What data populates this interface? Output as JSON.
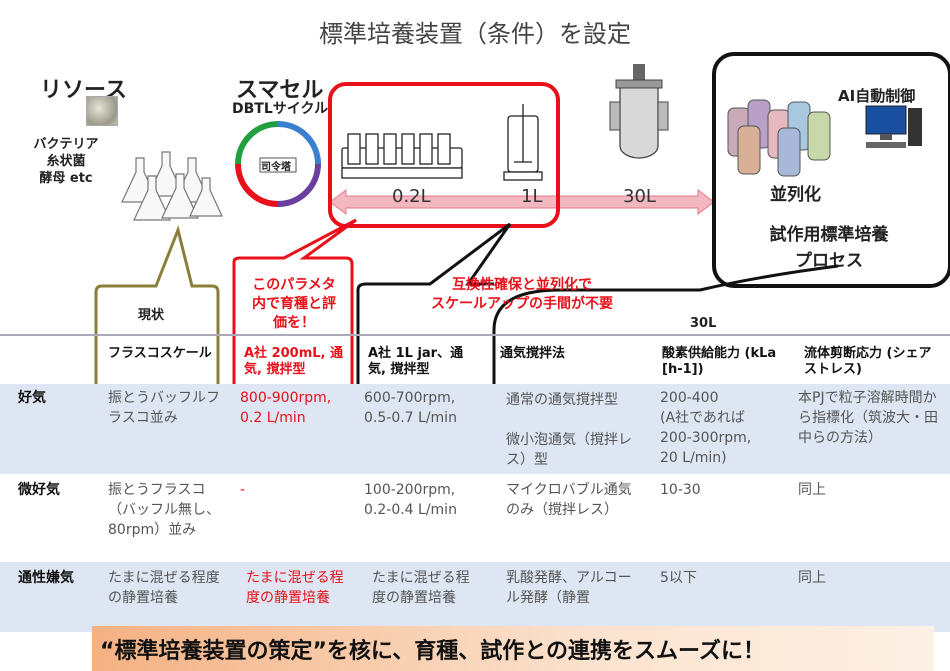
{
  "title": "標準培養装置（条件）を設定",
  "resource": {
    "title": "リソース",
    "lines": [
      "バクテリア",
      "糸状菌",
      "酵母 etc"
    ]
  },
  "smacell": {
    "title": "スマセル",
    "subtitle": "DBTLサイクル",
    "center": "司令塔"
  },
  "scale_labels": [
    "0.2L",
    "1L",
    "30L"
  ],
  "ai": {
    "label": "AI自動制御",
    "parallel": "並列化",
    "process": [
      "試作用標準培養",
      "プロセス"
    ]
  },
  "callouts": {
    "left": [
      "このパラメタ",
      "内で育種と評",
      "価を！"
    ],
    "right": [
      "互換性確保と並列化で",
      "スケールアップの手間が不要"
    ]
  },
  "table": {
    "status_label": "現状",
    "label_30L": "30L",
    "headers": [
      "フラスコスケール",
      "A社 200mL, 通気, 撹拌型",
      "A社 1L jar、通気, 撹拌型",
      "通気撹拌法",
      "酸素供給能力 (kLa [h-1])",
      "流体剪断応力 (シェアストレス)"
    ],
    "rows": [
      {
        "label": "好気",
        "cells": [
          "振とうバッフルフラスコ並み",
          "800-900rpm, 0.2 L/min",
          "600-700rpm, 0.5-0.7 L/min",
          "通常の通気撹拌型\n\n微小泡通気（撹拌レス）型",
          "200-400\n(A社であれば\n200-300rpm,\n20 L/min)",
          "本PJで粒子溶解時間から指標化（筑波大・田中らの方法）"
        ]
      },
      {
        "label": "微好気",
        "cells": [
          "振とうフラスコ（バッフル無し、80rpm）並み",
          "-",
          "100-200rpm, 0.2-0.4 L/min",
          "マイクロバブル通気のみ（撹拌レス）",
          "10-30",
          "同上"
        ]
      },
      {
        "label": "通性嫌気",
        "cells": [
          "たまに混ぜる程度の静置培養",
          "たまに混ぜる程度の静置培養",
          "たまに混ぜる程度の静置培養",
          "乳酸発酵、アルコール発酵（静置",
          "5以下",
          "同上"
        ]
      }
    ]
  },
  "banner": "“標準培養装置の策定”を核に、育種、試作との連携をスムーズに！",
  "colors": {
    "red": "#e8101a",
    "olive": "#8a7f3a",
    "black": "#111111",
    "row_blue": "#dde6f2",
    "arrow": "#f3b7c0"
  }
}
